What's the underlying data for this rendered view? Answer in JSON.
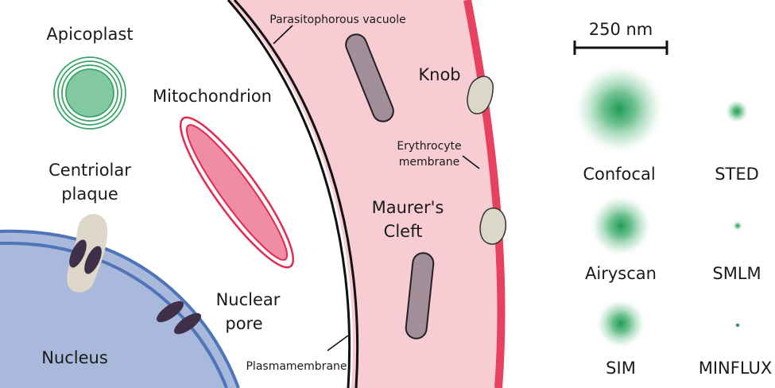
{
  "organelles": {
    "apicoplast": "Apicoplast",
    "mitochondrion": "Mitochondrion",
    "centriolar_line1": "Centriolar",
    "centriolar_line2": "plaque",
    "nuclear_pore_line1": "Nuclear",
    "nuclear_pore_line2": "pore",
    "nucleus": "Nucleus",
    "knob": "Knob",
    "maurers_line1": "Maurer's",
    "maurers_line2": "Cleft"
  },
  "membranes": {
    "parasitophorous_vacuole": "Parasitophorous vacuole",
    "erythrocyte_line1": "Erythrocyte",
    "erythrocyte_line2": "membrane",
    "plasmamembrane": "Plasmamembrane"
  },
  "scale": {
    "scale_bar": "250 nm",
    "confocal": "Confocal",
    "sted": "STED",
    "airyscan": "Airyscan",
    "smlm": "SMLM",
    "sim": "SIM",
    "minflux": "MINFLUX"
  },
  "colors": {
    "nucleus_fill": "#a9b9dc",
    "nucleus_edge": "#4f74b8",
    "erythrocyte_fill": "#f7ccd3",
    "erythrocyte_edge": "#e8405f",
    "mitochondrion_fill": "#f08ca3",
    "mitochondrion_edge": "#e32a4f",
    "apicoplast_fill": "#82c9a2",
    "apicoplast_edge": "#3aa768",
    "pore_fill": "#3f2f48",
    "plaque_fill": "#ddd8c9",
    "maurers_fill": "#a18e98",
    "knob_fill": "#dcd8c8",
    "psf_green": "#27a15c"
  }
}
